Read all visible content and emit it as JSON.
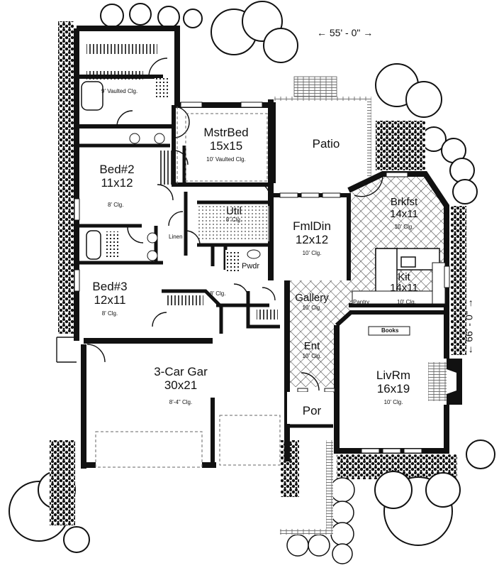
{
  "plan": {
    "dimensions": {
      "width": "←  55' - 0\"  →",
      "depth": "←  66' - 0\"  →"
    },
    "rooms": {
      "master_bed": {
        "name": "MstrBed",
        "size": "15x15",
        "ceiling": "10' Vaulted Clg."
      },
      "master_bath": {
        "ceiling": "9' Vaulted Clg."
      },
      "patio": {
        "name": "Patio"
      },
      "bed2": {
        "name": "Bed#2",
        "size": "11x12",
        "ceiling": "8' Clg."
      },
      "bed3": {
        "name": "Bed#3",
        "size": "12x11",
        "ceiling": "8' Clg."
      },
      "utility": {
        "name": "Util",
        "ceiling": "8' Clg."
      },
      "linen": {
        "name": "Linen"
      },
      "powder": {
        "name": "Pwdr"
      },
      "hall": {
        "ceiling": "8' Clg."
      },
      "family_dining": {
        "name": "FmlDin",
        "size": "12x12",
        "ceiling": "10' Clg."
      },
      "breakfast": {
        "name": "Brkfst",
        "size": "14x11",
        "ceiling": "10' Clg."
      },
      "kitchen": {
        "name": "Kit",
        "size": "14x11",
        "ceiling": "10' Clg."
      },
      "pantry": {
        "name": "Pantry"
      },
      "books": {
        "name": "Books"
      },
      "gallery": {
        "name": "Gallery",
        "ceiling": "10' Clg."
      },
      "entry": {
        "name": "Ent",
        "ceiling": "10' Clg."
      },
      "porch": {
        "name": "Por"
      },
      "living": {
        "name": "LivRm",
        "size": "16x19",
        "ceiling": "10' Clg."
      },
      "garage": {
        "name": "3-Car Gar",
        "size": "30x21",
        "ceiling": "8'-4\" Clg."
      }
    },
    "colors": {
      "wall": "#111111",
      "paper": "#ffffff",
      "hatch": "#333333"
    }
  }
}
